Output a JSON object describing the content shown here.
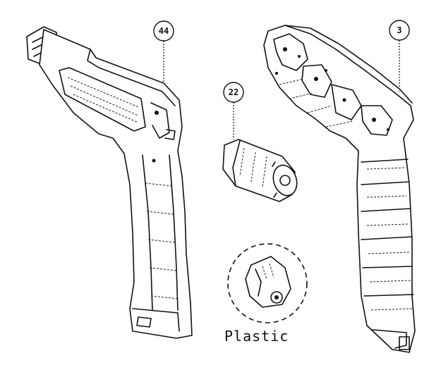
{
  "diagram": {
    "callouts": [
      {
        "id": "housing-left",
        "label": "44"
      },
      {
        "id": "motor",
        "label": "22"
      },
      {
        "id": "housing-right",
        "label": "3"
      }
    ],
    "detail_note": "Plastic",
    "colors": {
      "line": "#111111",
      "background": "#ffffff"
    }
  }
}
